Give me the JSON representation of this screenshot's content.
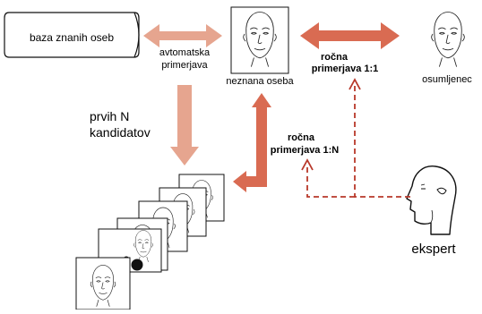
{
  "diagram": {
    "database_label": "baza znanih oseb",
    "auto_match_label_line1": "avtomatska",
    "auto_match_label_line2": "primerjava",
    "unknown_person_label": "neznana oseba",
    "manual_match_1_1_line1": "ročna",
    "manual_match_1_1_line2": "primerjava 1:1",
    "suspect_label": "osumljenec",
    "top_n_line1": "prvih N",
    "top_n_line2": "kandidatov",
    "manual_match_1_n_line1": "ročna",
    "manual_match_1_n_line2": "primerjava 1:N",
    "expert_label": "ekspert"
  },
  "colors": {
    "light_arrow": "#e6a58f",
    "strong_arrow": "#d96b52",
    "dashed_arrow": "#b8382a"
  }
}
